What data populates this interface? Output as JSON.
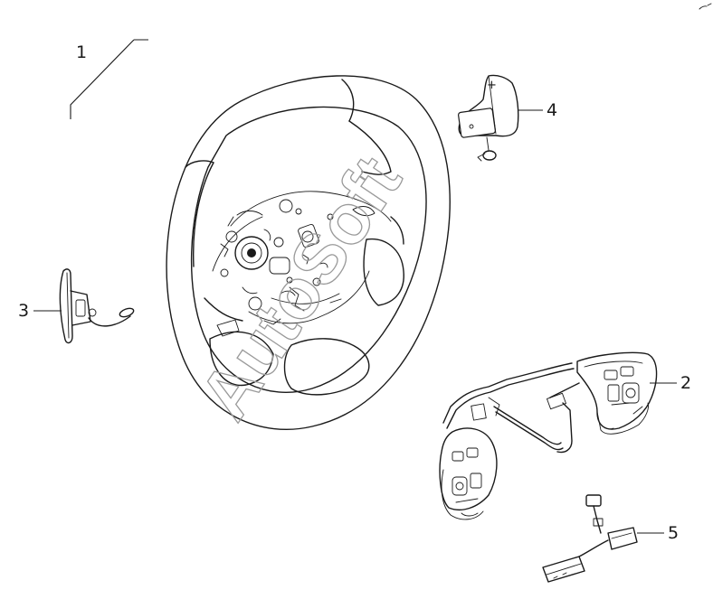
{
  "callouts": [
    {
      "id": "1",
      "label": "1"
    },
    {
      "id": "2",
      "label": "2"
    },
    {
      "id": "3",
      "label": "3"
    },
    {
      "id": "4",
      "label": "4"
    },
    {
      "id": "5",
      "label": "5"
    }
  ],
  "paddle_symbol": "+",
  "watermark": "AutoSoft",
  "colors": {
    "line": "#1a1a1a",
    "background": "#ffffff",
    "watermark": "#9a9a9a"
  }
}
